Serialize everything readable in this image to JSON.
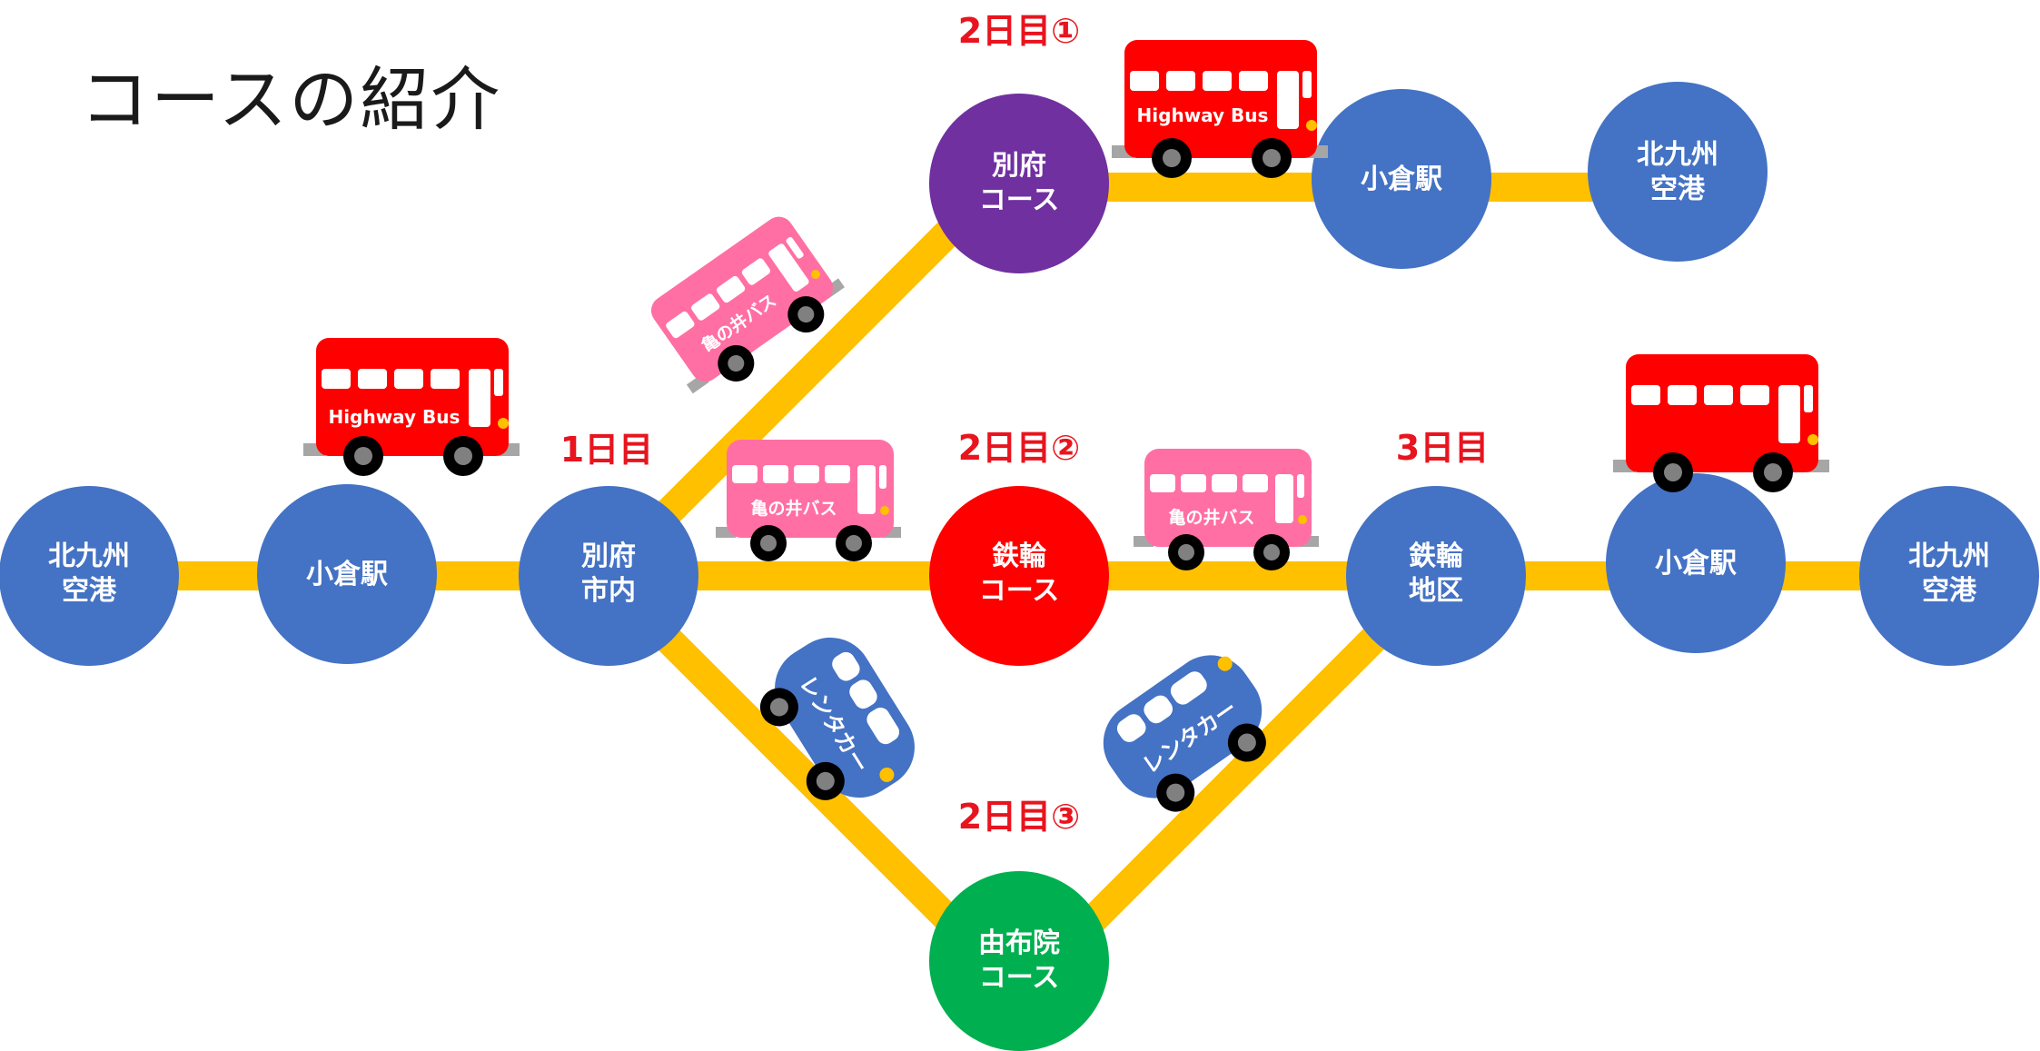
{
  "title": "コースの紹介",
  "colors": {
    "route": "#FFC000",
    "station": "#4472C4",
    "beppu_course": "#7030A0",
    "tetsuwa_course": "#FF0000",
    "yufuin_course": "#00B050",
    "day_label": "#E8141E",
    "highway_bus": "#FF0000",
    "kamenoi_bus": "#FF6FA3",
    "rental_car": "#4472C4"
  },
  "day_labels": {
    "day1": "1日目",
    "day2_1": "2日目①",
    "day2_2": "2日目②",
    "day2_3": "2日目③",
    "day3": "3日目"
  },
  "nodes": {
    "kitakyushu_airport_left": {
      "line1": "北九州",
      "line2": "空港"
    },
    "kokura_left": {
      "line1": "小倉駅",
      "line2": ""
    },
    "beppu_city": {
      "line1": "別府",
      "line2": "市内"
    },
    "beppu_course": {
      "line1": "別府",
      "line2": "コース"
    },
    "kokura_top": {
      "line1": "小倉駅",
      "line2": ""
    },
    "kitakyushu_airport_top": {
      "line1": "北九州",
      "line2": "空港"
    },
    "tetsuwa_course": {
      "line1": "鉄輪",
      "line2": "コース"
    },
    "tetsuwa_district": {
      "line1": "鉄輪",
      "line2": "地区"
    },
    "kokura_right": {
      "line1": "小倉駅",
      "line2": ""
    },
    "kitakyushu_airport_right": {
      "line1": "北九州",
      "line2": "空港"
    },
    "yufuin_course": {
      "line1": "由布院",
      "line2": "コース"
    }
  },
  "vehicles": {
    "highway_bus": "Highway Bus",
    "kamenoi_bus": "亀の井バス",
    "rental_car": "レンタカー"
  }
}
